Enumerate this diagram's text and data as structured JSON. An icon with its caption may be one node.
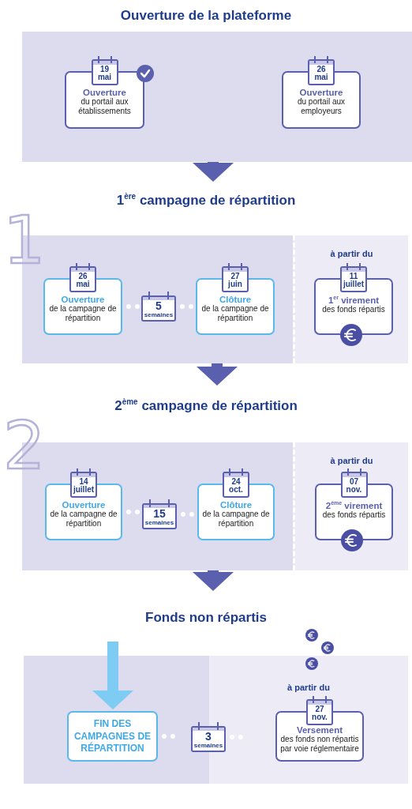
{
  "diagram": {
    "nodes": [
      {
        "text": [
          "Ouverture de la plateforme"
        ]
      },
      {
        "text": [
          "19 mai",
          "Ouverture",
          "du portail aux établissements"
        ],
        "in": 0
      },
      {
        "text": [
          "26 mai",
          "Ouverture",
          "du portail aux employeurs"
        ],
        "in": 0
      },
      {
        "text": [
          "1$^{ère}$ campagne de répartition"
        ]
      },
      {
        "text": [
          "26 mai",
          "Ouverture",
          "de la campagne de répartition"
        ],
        "in": 3
      },
      {
        "text": [
          "5",
          "semaines"
        ],
        "in": 3
      },
      {
        "text": [
          "27 juin",
          "Clôture",
          "de la campagne de répartition"
        ],
        "in": 3
      },
      {
        "text": [
          "à partir du"
        ],
        "in": 3
      },
      {
        "text": [
          "11 juillet",
          "1$^{er}$ virement",
          "des fonds répartis"
        ],
        "in": 7
      },
      {
        "text": [
          "2$^{ème}$ campagne de répartition"
        ]
      },
      {
        "text": [
          "14 juillet",
          "Ouverture",
          "de la campagne de répartition"
        ],
        "in": 9
      },
      {
        "text": [
          "15",
          "semaines"
        ],
        "in": 9
      },
      {
        "text": [
          "24 oct.",
          "Clôture",
          "de la campagne de répartition"
        ],
        "in": 9
      },
      {
        "text": [
          "à partir du"
        ],
        "in": 9
      },
      {
        "text": [
          "07 nov.",
          "2$^{ème}$ virement",
          "des fonds répartis"
        ],
        "in": 13
      },
      {
        "text": [
          "Fonds non répartis"
        ]
      },
      {
        "text": [
          "FIN DES CAMPAGNES DE RÉPARTITION"
        ],
        "in": 15
      },
      {
        "text": [
          "3",
          "semaines"
        ],
        "in": 15
      },
      {
        "text": [
          "à partir du"
        ],
        "in": 15
      },
      {
        "text": [
          "27 nov.",
          "Versement",
          "des fonds non répartis par voie réglementaire"
        ],
        "in": 18
      }
    ],
    "edges": [
      {
        "from": 0,
        "to": 3,
        "arrow": "to",
        "style": "thick",
        "color": "#5a5fae"
      },
      {
        "from": 4,
        "to": 5,
        "arrow": "none",
        "style": "dashed"
      },
      {
        "from": 5,
        "to": 6,
        "arrow": "none",
        "style": "dashed"
      },
      {
        "from": 3,
        "to": 9,
        "arrow": "to",
        "style": "thick",
        "color": "#5a5fae"
      },
      {
        "from": 10,
        "to": 11,
        "arrow": "none",
        "style": "dashed"
      },
      {
        "from": 11,
        "to": 12,
        "arrow": "none",
        "style": "dashed"
      },
      {
        "from": 9,
        "to": 15,
        "arrow": "to",
        "style": "thick",
        "color": "#5a5fae"
      },
      {
        "from": null,
        "to": 16,
        "arrow": "to",
        "style": "thick",
        "color": "#7ecbf3"
      },
      {
        "from": 16,
        "to": 17,
        "arrow": "none",
        "style": "dashed"
      },
      {
        "from": 17,
        "to": 19,
        "arrow": "none",
        "style": "dashed"
      }
    ],
    "labels": [
      "1",
      "2"
    ]
  }
}
